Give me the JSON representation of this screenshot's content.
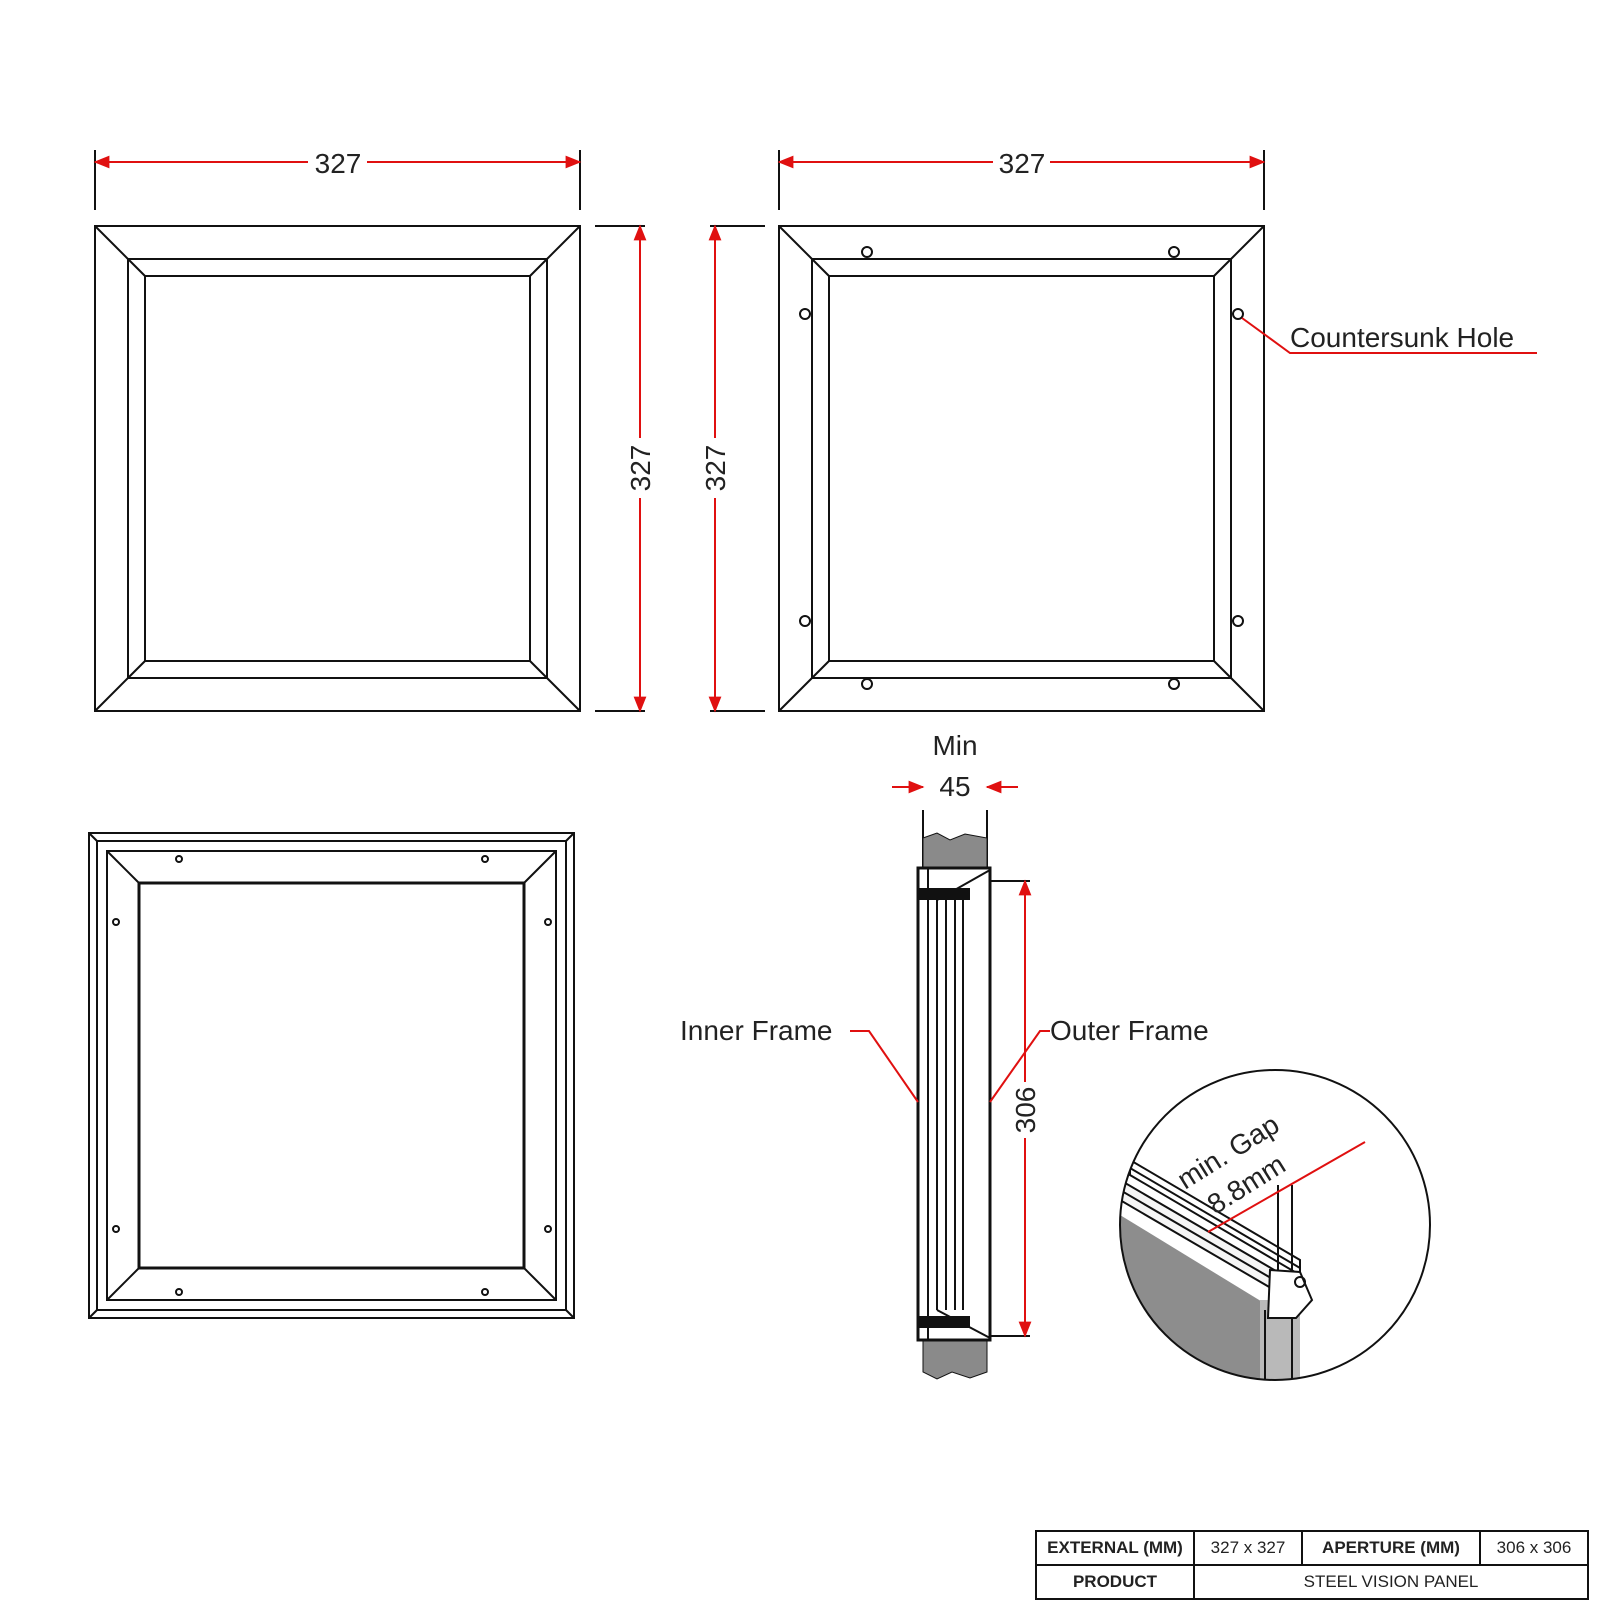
{
  "front_view": {
    "width_label": "327",
    "height_label": "327"
  },
  "rear_view": {
    "width_label": "327",
    "height_label": "327",
    "callout": "Countersunk Hole"
  },
  "section_view": {
    "min_label": "Min",
    "thickness_label": "45",
    "height_label": "306",
    "inner_frame_label": "Inner Frame",
    "outer_frame_label": "Outer Frame"
  },
  "detail_view": {
    "gap_line1": "min. Gap",
    "gap_line2": "8.8mm"
  },
  "spec_table": {
    "external_header": "EXTERNAL (MM)",
    "external_value": "327 x 327",
    "aperture_header": "APERTURE (MM)",
    "aperture_value": "306 x 306",
    "product_header": "PRODUCT",
    "product_value": "STEEL VISION PANEL"
  },
  "colors": {
    "dimension_line": "#e01010",
    "outline": "#111111"
  }
}
